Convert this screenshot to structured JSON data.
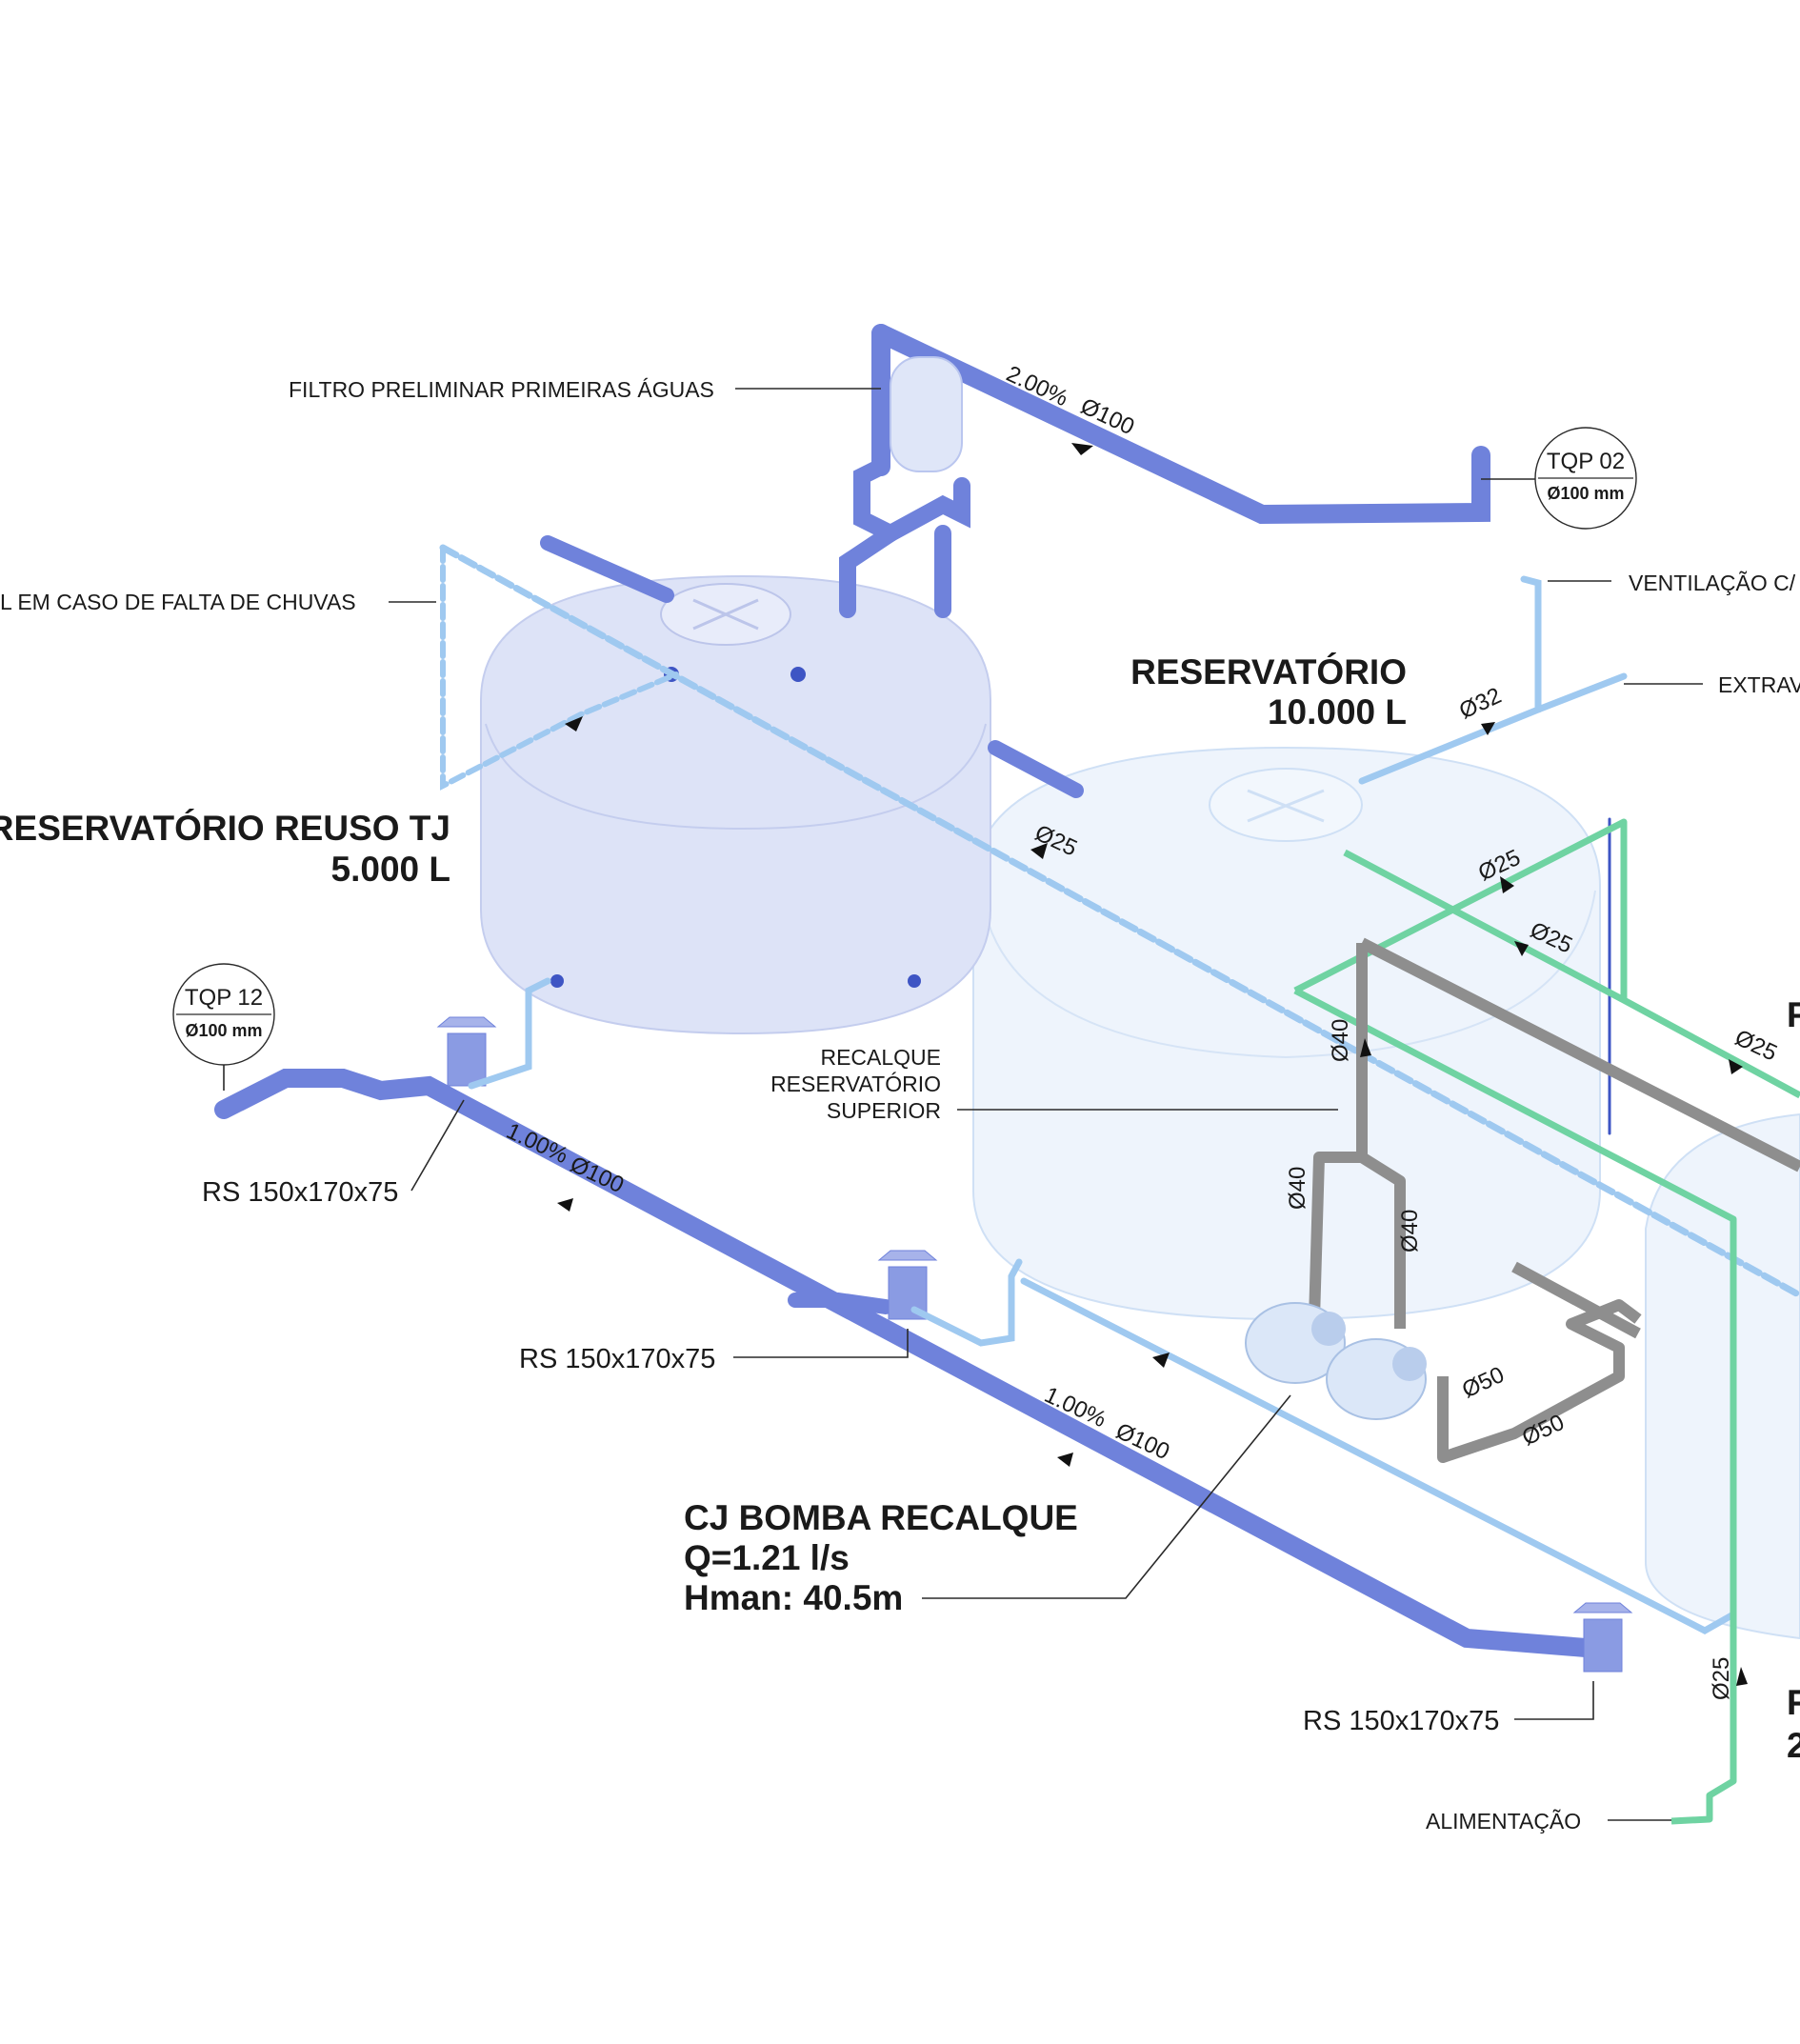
{
  "labels": {
    "filtro": "FILTRO PRELIMINAR PRIMEIRAS ÁGUAS",
    "falta_chuvas": "L EM CASO DE FALTA DE CHUVAS",
    "ventilacao": "VENTILAÇÃO C/",
    "extravasor": "EXTRAV",
    "recalque_sup": [
      "RECALQUE",
      "RESERVATÓRIO",
      "SUPERIOR"
    ],
    "rs_1": "RS 150x170x75",
    "rs_2": "RS 150x170x75",
    "rs_3": "RS 150x170x75",
    "alimentacao": "ALIMENTAÇÃO",
    "res_reuso_title": "RESERVATÓRIO REUSO TJ",
    "res_reuso_volume": "5.000 L",
    "res_10000_title": "RESERVATÓRIO",
    "res_10000_volume": "10.000 L",
    "bomba_title": "CJ BOMBA RECALQUE",
    "bomba_q": "Q=1.21 l/s",
    "bomba_h": "Hman: 40.5m",
    "edge_1": "F",
    "edge_2": "F",
    "edge_3": "2"
  },
  "tags": [
    {
      "id": "TQP 02",
      "dia": "Ø100 mm"
    },
    {
      "id": "TQP 12",
      "dia": "Ø100 mm"
    }
  ],
  "dims": {
    "slope_top": "2.00%",
    "d100_top": "Ø100",
    "d32": "Ø32",
    "d25_a": "Ø25",
    "d25_b": "Ø25",
    "d25_c": "Ø25",
    "d25_d": "Ø25",
    "d25_e": "Ø25",
    "d40_a": "Ø40",
    "d40_b": "Ø40",
    "d40_c": "Ø40",
    "d50_a": "Ø50",
    "d50_b": "Ø50",
    "slope_1": "1.00%",
    "d100_1": "Ø100",
    "slope_2": "1.00%",
    "d100_2": "Ø100"
  },
  "colors": {
    "rain_pipe": "#6f82db",
    "tank_reuse": "#dde3f7",
    "tank_potable": "#eef4fc",
    "cold_water": "#9fc9f0",
    "feed_green": "#6fd3a2",
    "pump_gray": "#8e8e8e"
  }
}
